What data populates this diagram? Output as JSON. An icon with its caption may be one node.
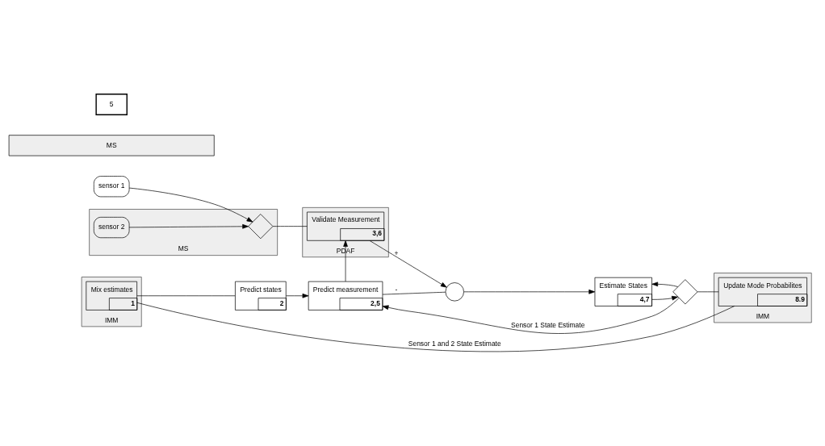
{
  "diagram": {
    "nodes": [
      {
        "text": [
          "sensor 1"
        ]
      },
      {
        "text": [
          "MS"
        ]
      },
      {
        "text": [
          "sensor 2"
        ],
        "in": 1
      },
      {
        "text": [],
        "shape": "diamond",
        "in": 1
      },
      {
        "text": [
          "PDAF"
        ]
      },
      {
        "text": [
          "Validate Measurement",
          "3,6"
        ],
        "in": 4
      },
      {
        "text": [
          "IMM"
        ]
      },
      {
        "text": [
          "Mix estimates",
          "1"
        ],
        "in": 6
      },
      {
        "text": [
          "Predict states",
          "2"
        ]
      },
      {
        "text": [
          "Predict measurement",
          "2,5"
        ]
      },
      {
        "text": [],
        "shape": "circle"
      },
      {
        "text": [
          "Estimate States",
          "4,7"
        ]
      },
      {
        "text": [],
        "shape": "diamond"
      },
      {
        "text": [
          "IMM"
        ]
      },
      {
        "text": [
          "Update Mode Probabilites",
          "8.9"
        ],
        "in": 13
      },
      {
        "text": [
          "MS"
        ]
      }
    ],
    "edges": [
      {
        "from": 0,
        "to": 3,
        "arrow": "to"
      },
      {
        "from": 2,
        "to": 3,
        "arrow": "to"
      },
      {
        "from": 3,
        "to": 5,
        "arrow": "none"
      },
      {
        "from": 5,
        "to": 10,
        "arrow": "to",
        "label": "+"
      },
      {
        "from": 9,
        "to": 5,
        "arrow": "to"
      },
      {
        "from": 7,
        "to": 8,
        "arrow": "none"
      },
      {
        "from": 8,
        "to": 9,
        "arrow": "to"
      },
      {
        "from": 9,
        "to": 10,
        "arrow": "none",
        "label": "-"
      },
      {
        "from": 10,
        "to": 11,
        "arrow": "to"
      },
      {
        "from": 11,
        "to": 12,
        "arrow": "to"
      },
      {
        "from": 12,
        "to": 11,
        "arrow": "to"
      },
      {
        "from": 12,
        "to": 9,
        "arrow": "to",
        "label": "Sensor 1 State Estimate"
      },
      {
        "from": 12,
        "to": 14,
        "arrow": "none"
      },
      {
        "from": 14,
        "to": 7,
        "arrow": "none",
        "label": "Sensor 1 and 2 State Estimate"
      }
    ],
    "labels": [
      "5"
    ]
  }
}
